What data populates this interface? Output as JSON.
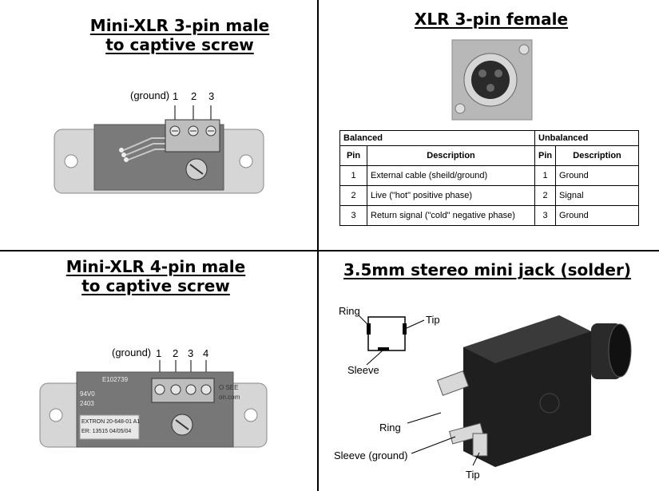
{
  "panels": {
    "mini_xlr_3": {
      "title_line1": "Mini-XLR 3-pin male",
      "title_line2": "to captive screw",
      "ground_label": "(ground)",
      "pin_numbers": [
        "1",
        "2",
        "3"
      ]
    },
    "xlr_female": {
      "title": "XLR 3-pin female"
    },
    "mini_xlr_4": {
      "title_line1": "Mini-XLR 4-pin male",
      "title_line2": "to captive screw",
      "ground_label": "(ground)",
      "pin_numbers": [
        "1",
        "2",
        "3",
        "4"
      ],
      "board_text": [
        "E102739",
        "94V0",
        "2403",
        "EXTRON 20-648-01 A1",
        "ER: 13515  04/05/04",
        "O SEE",
        "on.com"
      ]
    },
    "mini_jack": {
      "title": "3.5mm stereo mini jack (solder)",
      "schematic_labels": {
        "ring": "Ring",
        "tip": "Tip",
        "sleeve": "Sleeve"
      },
      "photo_labels": {
        "ring": "Ring",
        "sleeve": "Sleeve (ground)",
        "tip": "Tip"
      }
    }
  },
  "pin_table": {
    "balanced_header": "Balanced",
    "unbalanced_header": "Unbalanced",
    "col_pin": "Pin",
    "col_description": "Description",
    "rows": [
      {
        "bal_pin": "1",
        "bal_desc": "External cable (sheild/ground)",
        "unbal_pin": "1",
        "unbal_desc": "Ground"
      },
      {
        "bal_pin": "2",
        "bal_desc": "Live (\"hot\" positive phase)",
        "unbal_pin": "2",
        "unbal_desc": "Signal"
      },
      {
        "bal_pin": "3",
        "bal_desc": "Return signal (\"cold\" negative phase)",
        "unbal_pin": "3",
        "unbal_desc": "Ground"
      }
    ]
  },
  "colors": {
    "plate": "#d6d6d6",
    "pcb": "#777777",
    "terminal_block": "#bdbdbd",
    "jack_body": "#222222"
  }
}
